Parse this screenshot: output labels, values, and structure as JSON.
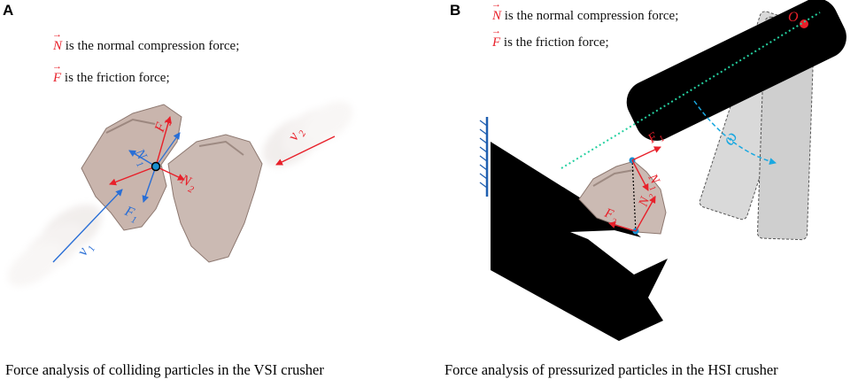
{
  "panel_a": {
    "letter": "A",
    "legend_normal": {
      "symbol": "N",
      "text": " is the normal compression force;"
    },
    "legend_friction": {
      "symbol": "F",
      "text": " is the friction force;"
    },
    "labels": {
      "F2": "F",
      "F2_sub": "2",
      "N1": "N",
      "N1_sub": "1",
      "N2": "N",
      "N2_sub": "2",
      "F1": "F",
      "F1_sub": "1",
      "v1": "v",
      "v1_sub": "1",
      "v2": "v",
      "v2_sub": "2"
    },
    "caption": "Force analysis of colliding particles in the VSI crusher"
  },
  "panel_b": {
    "letter": "B",
    "legend_normal": {
      "symbol": "N",
      "text": " is the normal compression force;"
    },
    "legend_friction": {
      "symbol": "F",
      "text": " is the friction force;"
    },
    "labels": {
      "O": "O",
      "omega": "ω",
      "F1": "F",
      "F1_sub": "1",
      "N1": "N",
      "N1_sub": "1",
      "N2": "N",
      "N2_sub": "2",
      "F2": "F",
      "F2_sub": "2"
    },
    "caption": "Force analysis of pressurized particles in the HSI crusher"
  },
  "colors": {
    "force_red": "#e8202a",
    "blue": "#2a6fd6",
    "cyan": "#1aa8e0",
    "dotted_green": "#25d0a0",
    "stone": "#c9b5ad",
    "black": "#000000",
    "ghost_hammer": "#cfcfcf"
  }
}
